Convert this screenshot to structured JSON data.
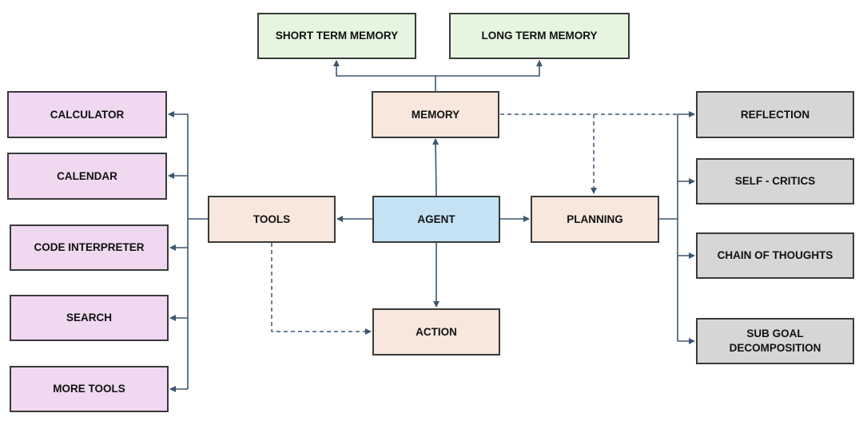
{
  "nodes": {
    "short_term_memory": "SHORT TERM MEMORY",
    "long_term_memory": "LONG TERM MEMORY",
    "memory": "MEMORY",
    "agent": "AGENT",
    "tools": "TOOLS",
    "planning": "PLANNING",
    "action": "ACTION",
    "calculator": "CALCULATOR",
    "calendar": "CALENDAR",
    "code_interpreter": "CODE INTERPRETER",
    "search": "SEARCH",
    "more_tools": "MORE TOOLS",
    "reflection": "REFLECTION",
    "self_critics": "SELF - CRITICS",
    "chain_of_thoughts": "CHAIN OF THOUGHTS",
    "sub_goal_line1": "SUB GOAL",
    "sub_goal_line2": "DECOMPOSITION"
  },
  "colors": {
    "memory_boxes": "#e6f5e0",
    "tool_boxes": "#f0d8f0",
    "core_boxes": "#f7e7dc",
    "agent_box": "#c5e2f5",
    "planning_boxes": "#d6d6d6",
    "connector": "#3d5670"
  }
}
